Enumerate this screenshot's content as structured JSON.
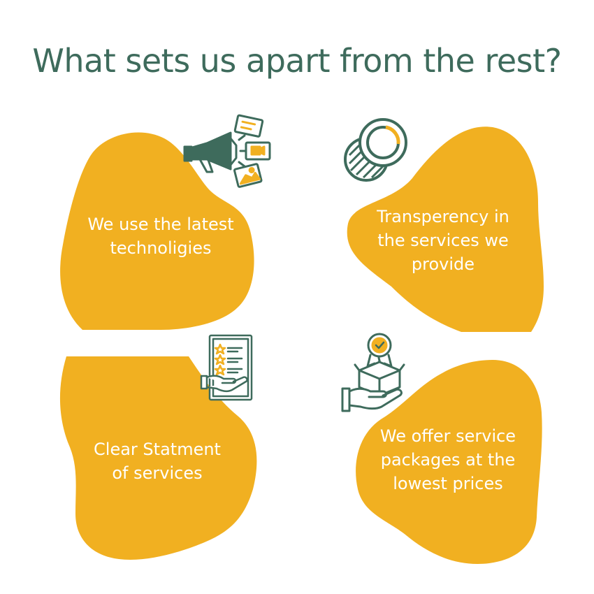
{
  "title": "What sets us apart from the rest?",
  "colors": {
    "title": "#3e6b5c",
    "blob": "#f1b021",
    "icon": "#3e6b5c",
    "icon_accent": "#f1b021",
    "text": "#ffffff"
  },
  "cards": [
    {
      "text": "We use the latest\ntechnoligies",
      "icon": "megaphone-media-icon"
    },
    {
      "text": "Transperency in\nthe services we\nprovide",
      "icon": "coins-icon"
    },
    {
      "text": "Clear Statment\nof services",
      "icon": "checklist-hand-icon"
    },
    {
      "text": "We offer  service\npackages at the\nlowest prices",
      "icon": "gift-box-hand-icon"
    }
  ]
}
